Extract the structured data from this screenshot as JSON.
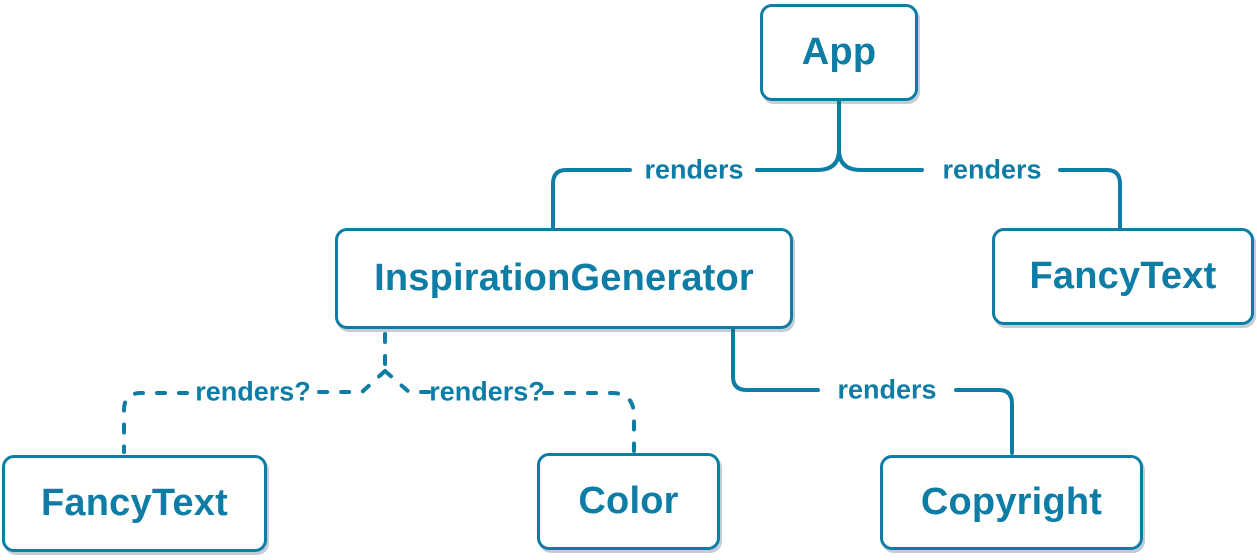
{
  "diagram": {
    "colors": {
      "accent": "#0e7da5",
      "node_fill": "#ffffff"
    },
    "nodes": {
      "app": {
        "label": "App"
      },
      "inspiration_generator": {
        "label": "InspirationGenerator"
      },
      "fancy_text_top": {
        "label": "FancyText"
      },
      "fancy_text_bottom": {
        "label": "FancyText"
      },
      "color": {
        "label": "Color"
      },
      "copyright": {
        "label": "Copyright"
      }
    },
    "edges": {
      "app_to_inspiration_generator": {
        "label": "renders",
        "style": "solid"
      },
      "app_to_fancy_text": {
        "label": "renders",
        "style": "solid"
      },
      "inspiration_generator_to_fancy_text": {
        "label": "renders?",
        "style": "dashed"
      },
      "inspiration_generator_to_color": {
        "label": "renders?",
        "style": "dashed"
      },
      "inspiration_generator_to_copyright": {
        "label": "renders",
        "style": "solid"
      }
    }
  }
}
